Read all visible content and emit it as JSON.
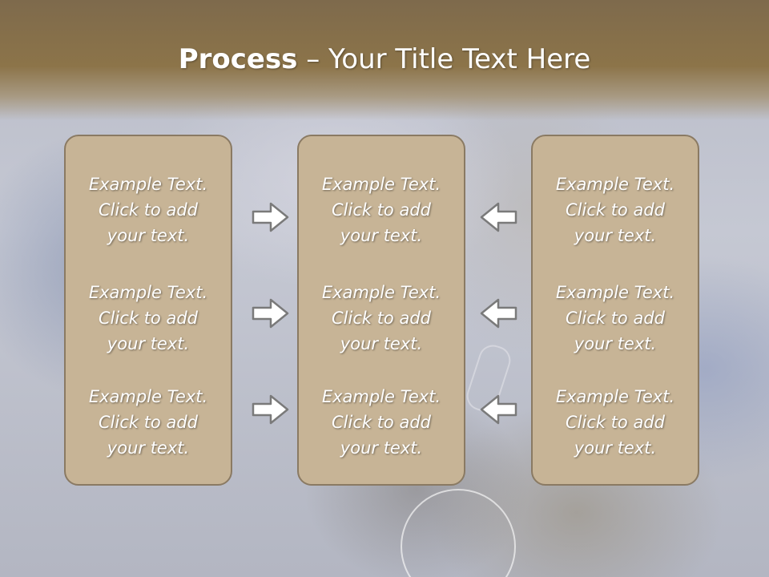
{
  "slide": {
    "title_bold": "Process",
    "title_rest": " – Your Title Text Here"
  },
  "panels": [
    {
      "blocks": [
        {
          "line1": "Example Text.",
          "line2": "Click  to add",
          "line3": "your text."
        },
        {
          "line1": "Example Text.",
          "line2": "Click  to add",
          "line3": "your text."
        },
        {
          "line1": "Example Text.",
          "line2": "Click  to add",
          "line3": "your text."
        }
      ]
    },
    {
      "blocks": [
        {
          "line1": "Example Text.",
          "line2": "Click  to add",
          "line3": "your text."
        },
        {
          "line1": "Example Text.",
          "line2": "Click  to add",
          "line3": "your text."
        },
        {
          "line1": "Example Text.",
          "line2": "Click  to add",
          "line3": "your text."
        }
      ]
    },
    {
      "blocks": [
        {
          "line1": "Example Text.",
          "line2": "Click  to add",
          "line3": "your text."
        },
        {
          "line1": "Example Text.",
          "line2": "Click  to add",
          "line3": "your text."
        },
        {
          "line1": "Example Text.",
          "line2": "Click  to add",
          "line3": "your text."
        }
      ]
    }
  ],
  "icons": {
    "right_arrow": "arrow-right-icon",
    "left_arrow": "arrow-left-icon"
  },
  "colors": {
    "title_band": "#8c7449",
    "panel_fill": "#c7b496",
    "panel_border": "#8a7a63",
    "arrow_stroke": "#7a7a7a",
    "text": "#ffffff"
  }
}
